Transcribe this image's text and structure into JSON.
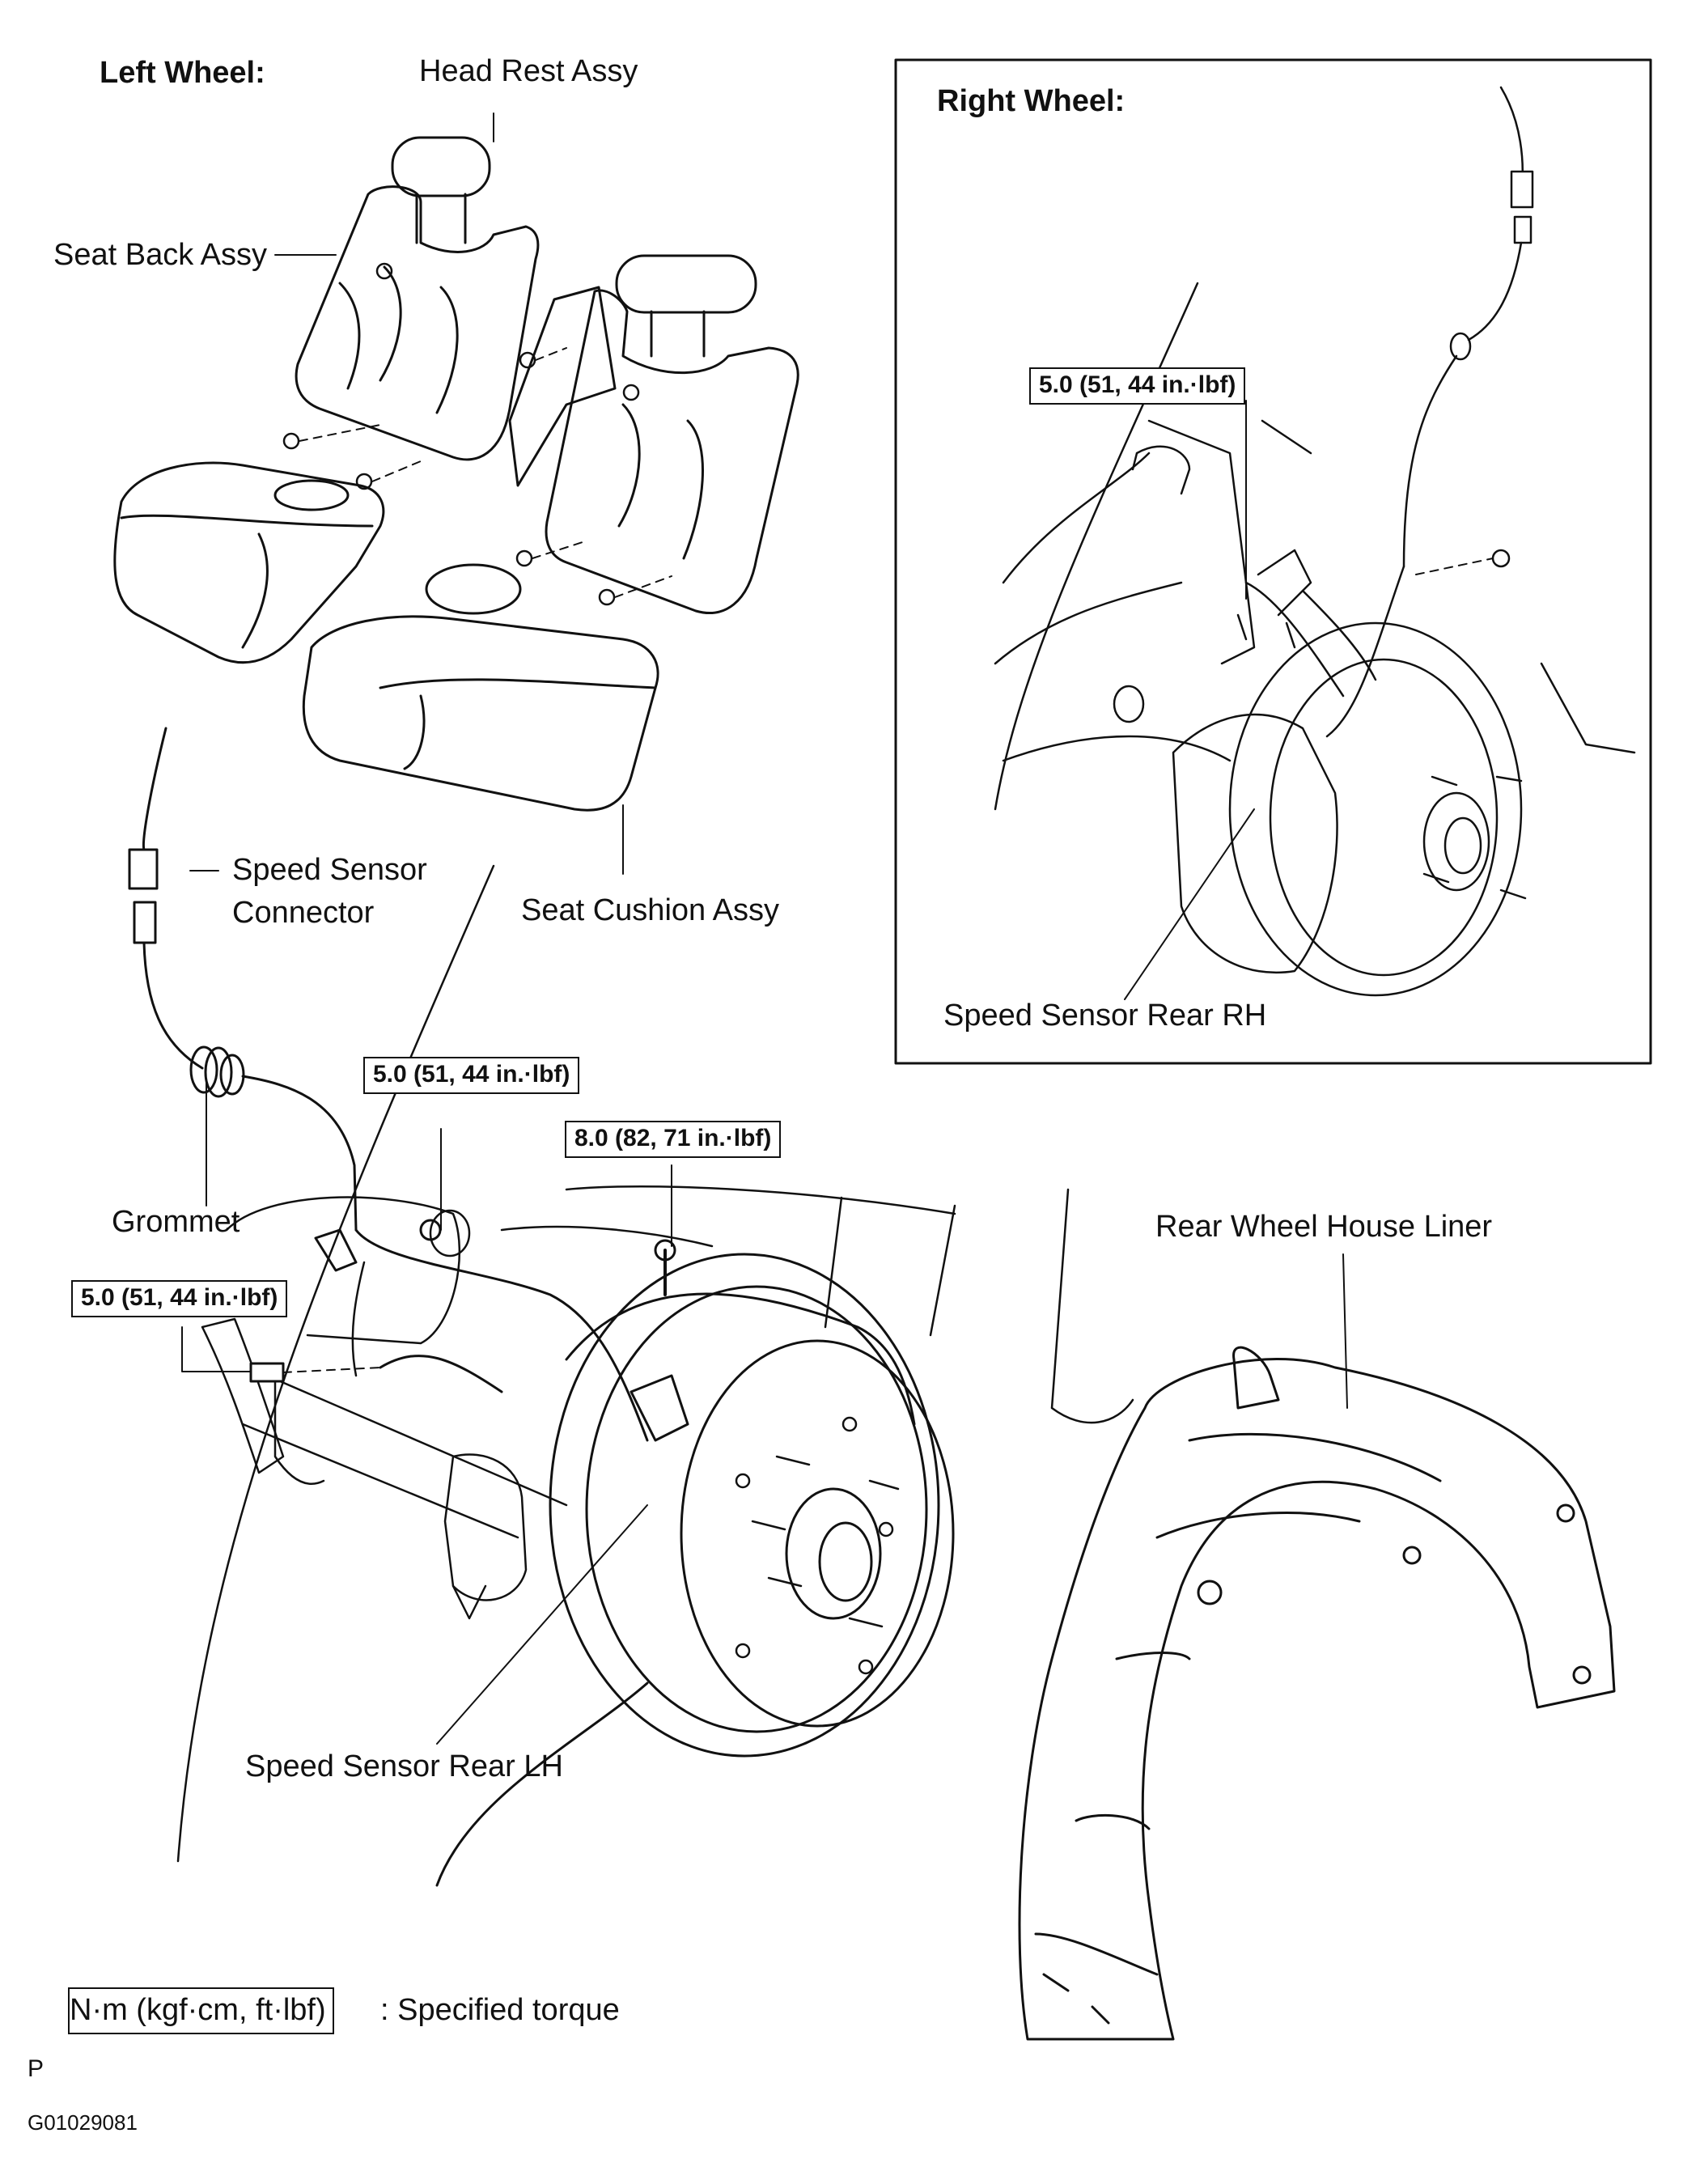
{
  "left_panel": {
    "title": "Left Wheel:"
  },
  "right_panel": {
    "title": "Right Wheel:"
  },
  "labels": {
    "head_rest": "Head Rest Assy",
    "seat_back": "Seat Back Assy",
    "speed_sensor_connector_1": "Speed Sensor",
    "speed_sensor_connector_2": "Connector",
    "seat_cushion": "Seat Cushion Assy",
    "grommet": "Grommet",
    "speed_sensor_rear_lh": "Speed Sensor Rear LH",
    "speed_sensor_rear_rh": "Speed Sensor Rear RH",
    "rear_wheel_house_liner": "Rear Wheel House Liner"
  },
  "torque_specs": {
    "right_sensor_bolt": "5.0 (51, 44 in.·lbf)",
    "left_bracket_bolt": "5.0 (51, 44 in.·lbf)",
    "left_sensor_bolt": "8.0 (82, 71 in.·lbf)",
    "left_clamp_bolt": "5.0 (51, 44 in.·lbf)"
  },
  "legend": {
    "box_text": "N·m (kgf·cm, ft·lbf)",
    "description": ": Specified torque"
  },
  "footer": {
    "letter": "P",
    "figure_id": "G01029081"
  }
}
